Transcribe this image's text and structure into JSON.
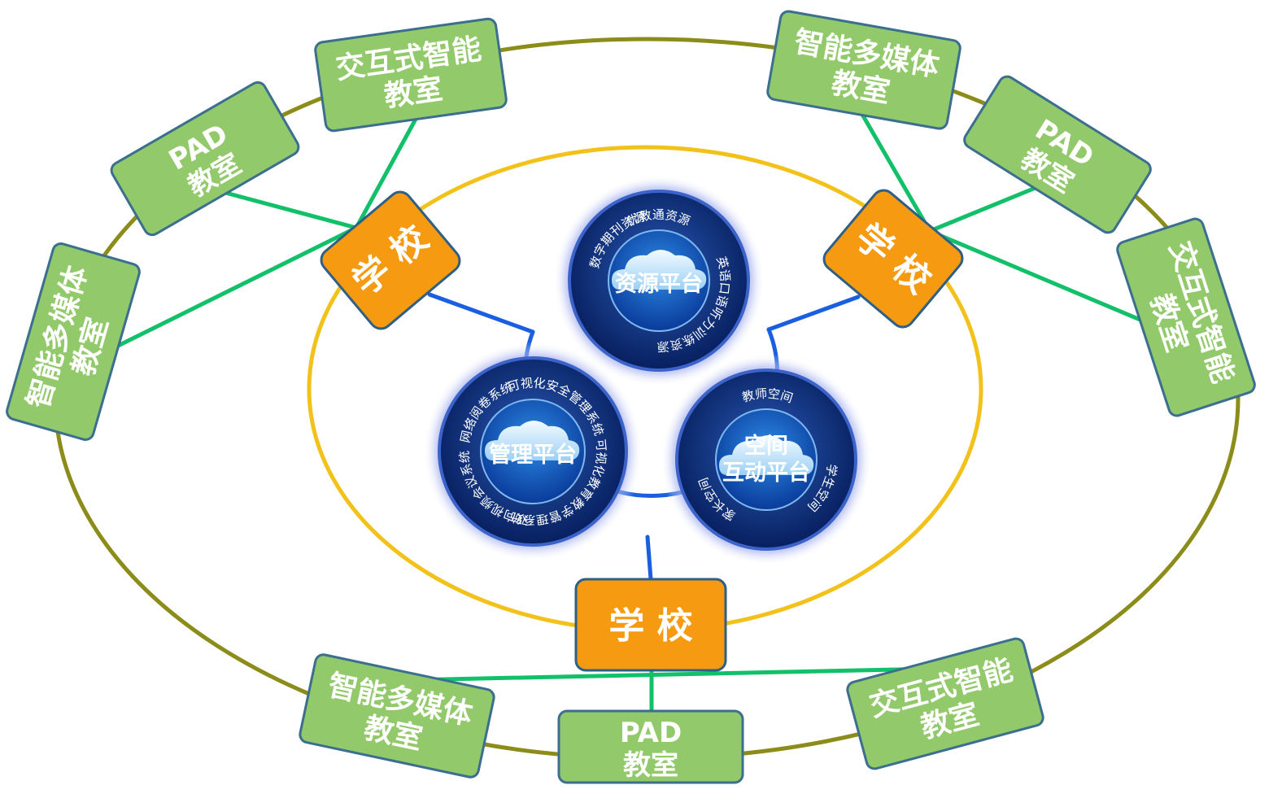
{
  "schools": [
    {
      "id": "left",
      "label": "学 校"
    },
    {
      "id": "right",
      "label": "学 校"
    },
    {
      "id": "bottom",
      "label": "学 校"
    }
  ],
  "classrooms": [
    {
      "id": "tl-pad",
      "lines": [
        "PAD",
        "教室"
      ]
    },
    {
      "id": "tl-interactive",
      "lines": [
        "交互式智能",
        "教室"
      ]
    },
    {
      "id": "tl-multimedia",
      "lines": [
        "智能多媒体",
        "教室"
      ]
    },
    {
      "id": "tr-multimedia",
      "lines": [
        "智能多媒体",
        "教室"
      ]
    },
    {
      "id": "tr-pad",
      "lines": [
        "PAD",
        "教室"
      ]
    },
    {
      "id": "tr-interactive",
      "lines": [
        "交互式智能",
        "教室"
      ]
    },
    {
      "id": "b-multimedia",
      "lines": [
        "智能多媒体",
        "教室"
      ]
    },
    {
      "id": "b-pad",
      "lines": [
        "PAD",
        "教室"
      ]
    },
    {
      "id": "b-interactive",
      "lines": [
        "交互式智能",
        "教室"
      ]
    }
  ],
  "platforms": {
    "resource": {
      "lines": [
        "资源平台"
      ],
      "ring_texts": [
        "优教通资源",
        "英语口语听力训练资源",
        "数字期刊资源"
      ]
    },
    "management": {
      "lines": [
        "管理平台"
      ],
      "ring_texts": [
        "可视化安全管理系统",
        "可视化教育教学管理系统",
        "双向视频会议系统",
        "网络阅卷系统"
      ]
    },
    "interaction": {
      "lines": [
        "空间",
        "互动平台"
      ],
      "ring_texts": [
        "教师空间",
        "学生空间",
        "家长空间"
      ]
    }
  },
  "colors": {
    "outer_ellipse": "#8c8c1a",
    "inner_ellipse": "#f2c21b",
    "school_box": "#f59a11",
    "classroom_box": "#92c96a",
    "classroom_border": "#3b6e8f",
    "green_link": "#12c06a",
    "blue_link": "#1a5fe0",
    "platform_dark": "#0b2f78",
    "platform_glow": "#4a63c9"
  },
  "icons": [
    "cloud-icon"
  ]
}
